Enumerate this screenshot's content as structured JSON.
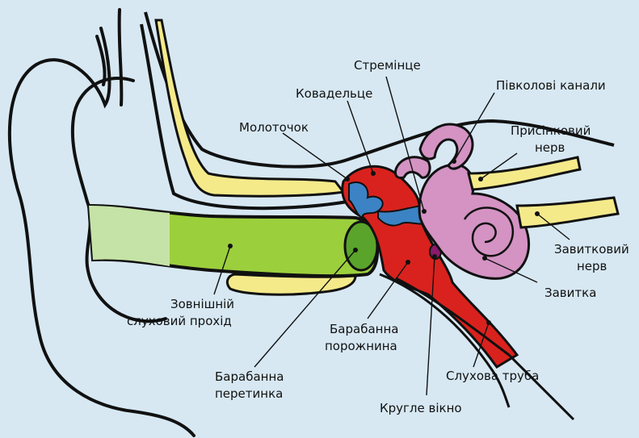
{
  "labels": {
    "stremintse": "Стремінце",
    "kovadelko": "Ковадельце",
    "pivkolovi": "Півколові канали",
    "molotochok": "Молоточок",
    "prysinkovyi_1": "Присінковий",
    "prysinkovyi_2": "нерв",
    "zavytkovyi_1": "Завитковий",
    "zavytkovyi_2": "нерв",
    "zovnishnii_1": "Зовнішній",
    "zovnishnii_2": "слуховий прохід",
    "zavytka": "Завитка",
    "barabanna_porozhnyna_1": "Барабанна",
    "barabanna_porozhnyna_2": "порожнина",
    "barabanna_peretynka_1": "Барабанна",
    "barabanna_peretynka_2": "перетинка",
    "sluhova_truba": "Слухова труба",
    "kruhle_vikno": "Кругле вікно"
  },
  "colors": {
    "background": "#d7e8f3",
    "yellow": "#f5ea8a",
    "green": "#9ccf3c",
    "dark_green": "#5aa42b",
    "red": "#d9221d",
    "blue": "#3b83c4",
    "pink": "#d493c3"
  }
}
